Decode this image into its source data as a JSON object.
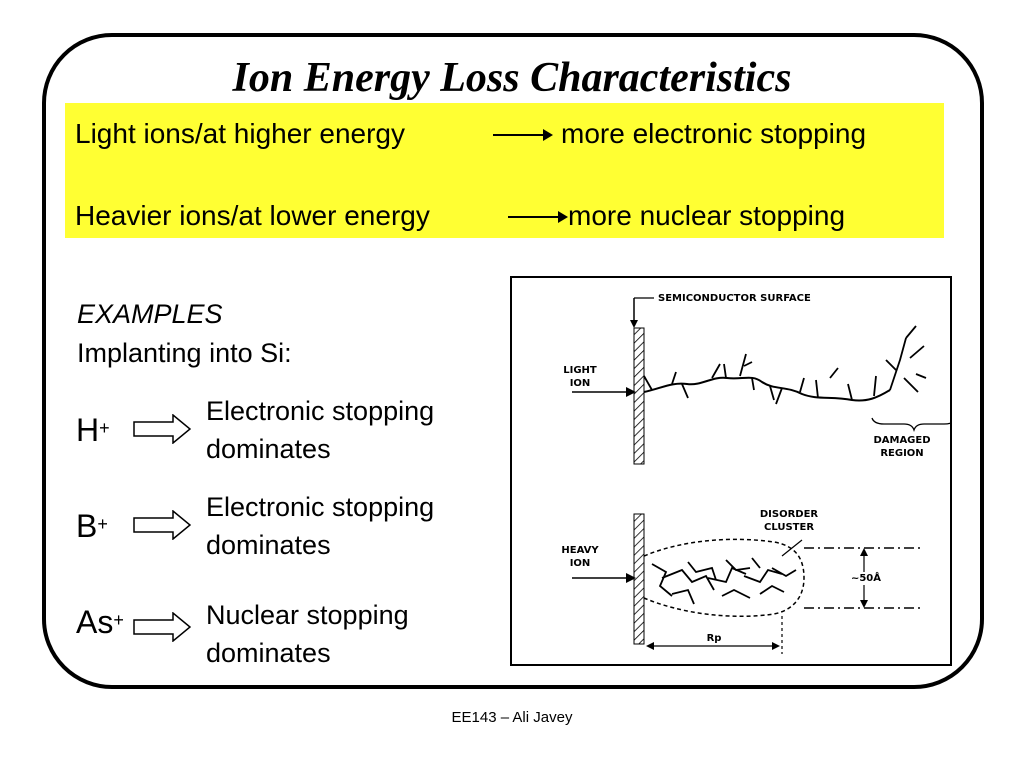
{
  "title": "Ion Energy Loss Characteristics",
  "highlight": {
    "line1_left": "Light ions/at higher energy",
    "line1_right": "more electronic stopping",
    "line2_left": "Heavier ions/at lower energy",
    "line2_right": "more nuclear stopping",
    "bg_color": "#ffff33"
  },
  "examples": {
    "heading": "EXAMPLES",
    "subheading": "Implanting into Si:",
    "items": [
      {
        "ion": "H",
        "charge": "+",
        "line1": "Electronic stopping",
        "line2": "dominates"
      },
      {
        "ion": "B",
        "charge": "+",
        "line1": "Electronic stopping",
        "line2": "dominates"
      },
      {
        "ion": "As",
        "charge": "+",
        "line1": "Nuclear stopping",
        "line2": "dominates"
      }
    ]
  },
  "figure": {
    "surface_label": "SEMICONDUCTOR SURFACE",
    "light_ion_line1": "LIGHT",
    "light_ion_line2": "ION",
    "damaged_line1": "DAMAGED",
    "damaged_line2": "REGION",
    "disorder_line1": "DISORDER",
    "disorder_line2": "CLUSTER",
    "heavy_ion_line1": "HEAVY",
    "heavy_ion_line2": "ION",
    "depth_label": "~50Å",
    "range_label": "Rp"
  },
  "footer": "EE143 – Ali Javey"
}
